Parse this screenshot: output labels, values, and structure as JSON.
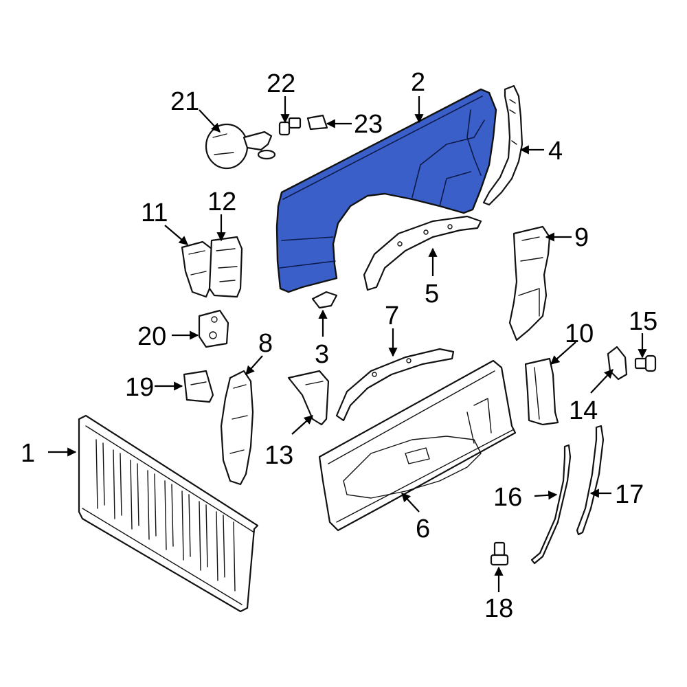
{
  "highlight_color": "#3a5fc8",
  "callouts": [
    {
      "id": "1",
      "label": "1"
    },
    {
      "id": "2",
      "label": "2"
    },
    {
      "id": "3",
      "label": "3"
    },
    {
      "id": "4",
      "label": "4"
    },
    {
      "id": "5",
      "label": "5"
    },
    {
      "id": "6",
      "label": "6"
    },
    {
      "id": "7",
      "label": "7"
    },
    {
      "id": "8",
      "label": "8"
    },
    {
      "id": "9",
      "label": "9"
    },
    {
      "id": "10",
      "label": "10"
    },
    {
      "id": "11",
      "label": "11"
    },
    {
      "id": "12",
      "label": "12"
    },
    {
      "id": "13",
      "label": "13"
    },
    {
      "id": "14",
      "label": "14"
    },
    {
      "id": "15",
      "label": "15"
    },
    {
      "id": "16",
      "label": "16"
    },
    {
      "id": "17",
      "label": "17"
    },
    {
      "id": "18",
      "label": "18"
    },
    {
      "id": "19",
      "label": "19"
    },
    {
      "id": "20",
      "label": "20"
    },
    {
      "id": "21",
      "label": "21"
    },
    {
      "id": "22",
      "label": "22"
    },
    {
      "id": "23",
      "label": "23"
    }
  ],
  "highlighted_part": "2"
}
